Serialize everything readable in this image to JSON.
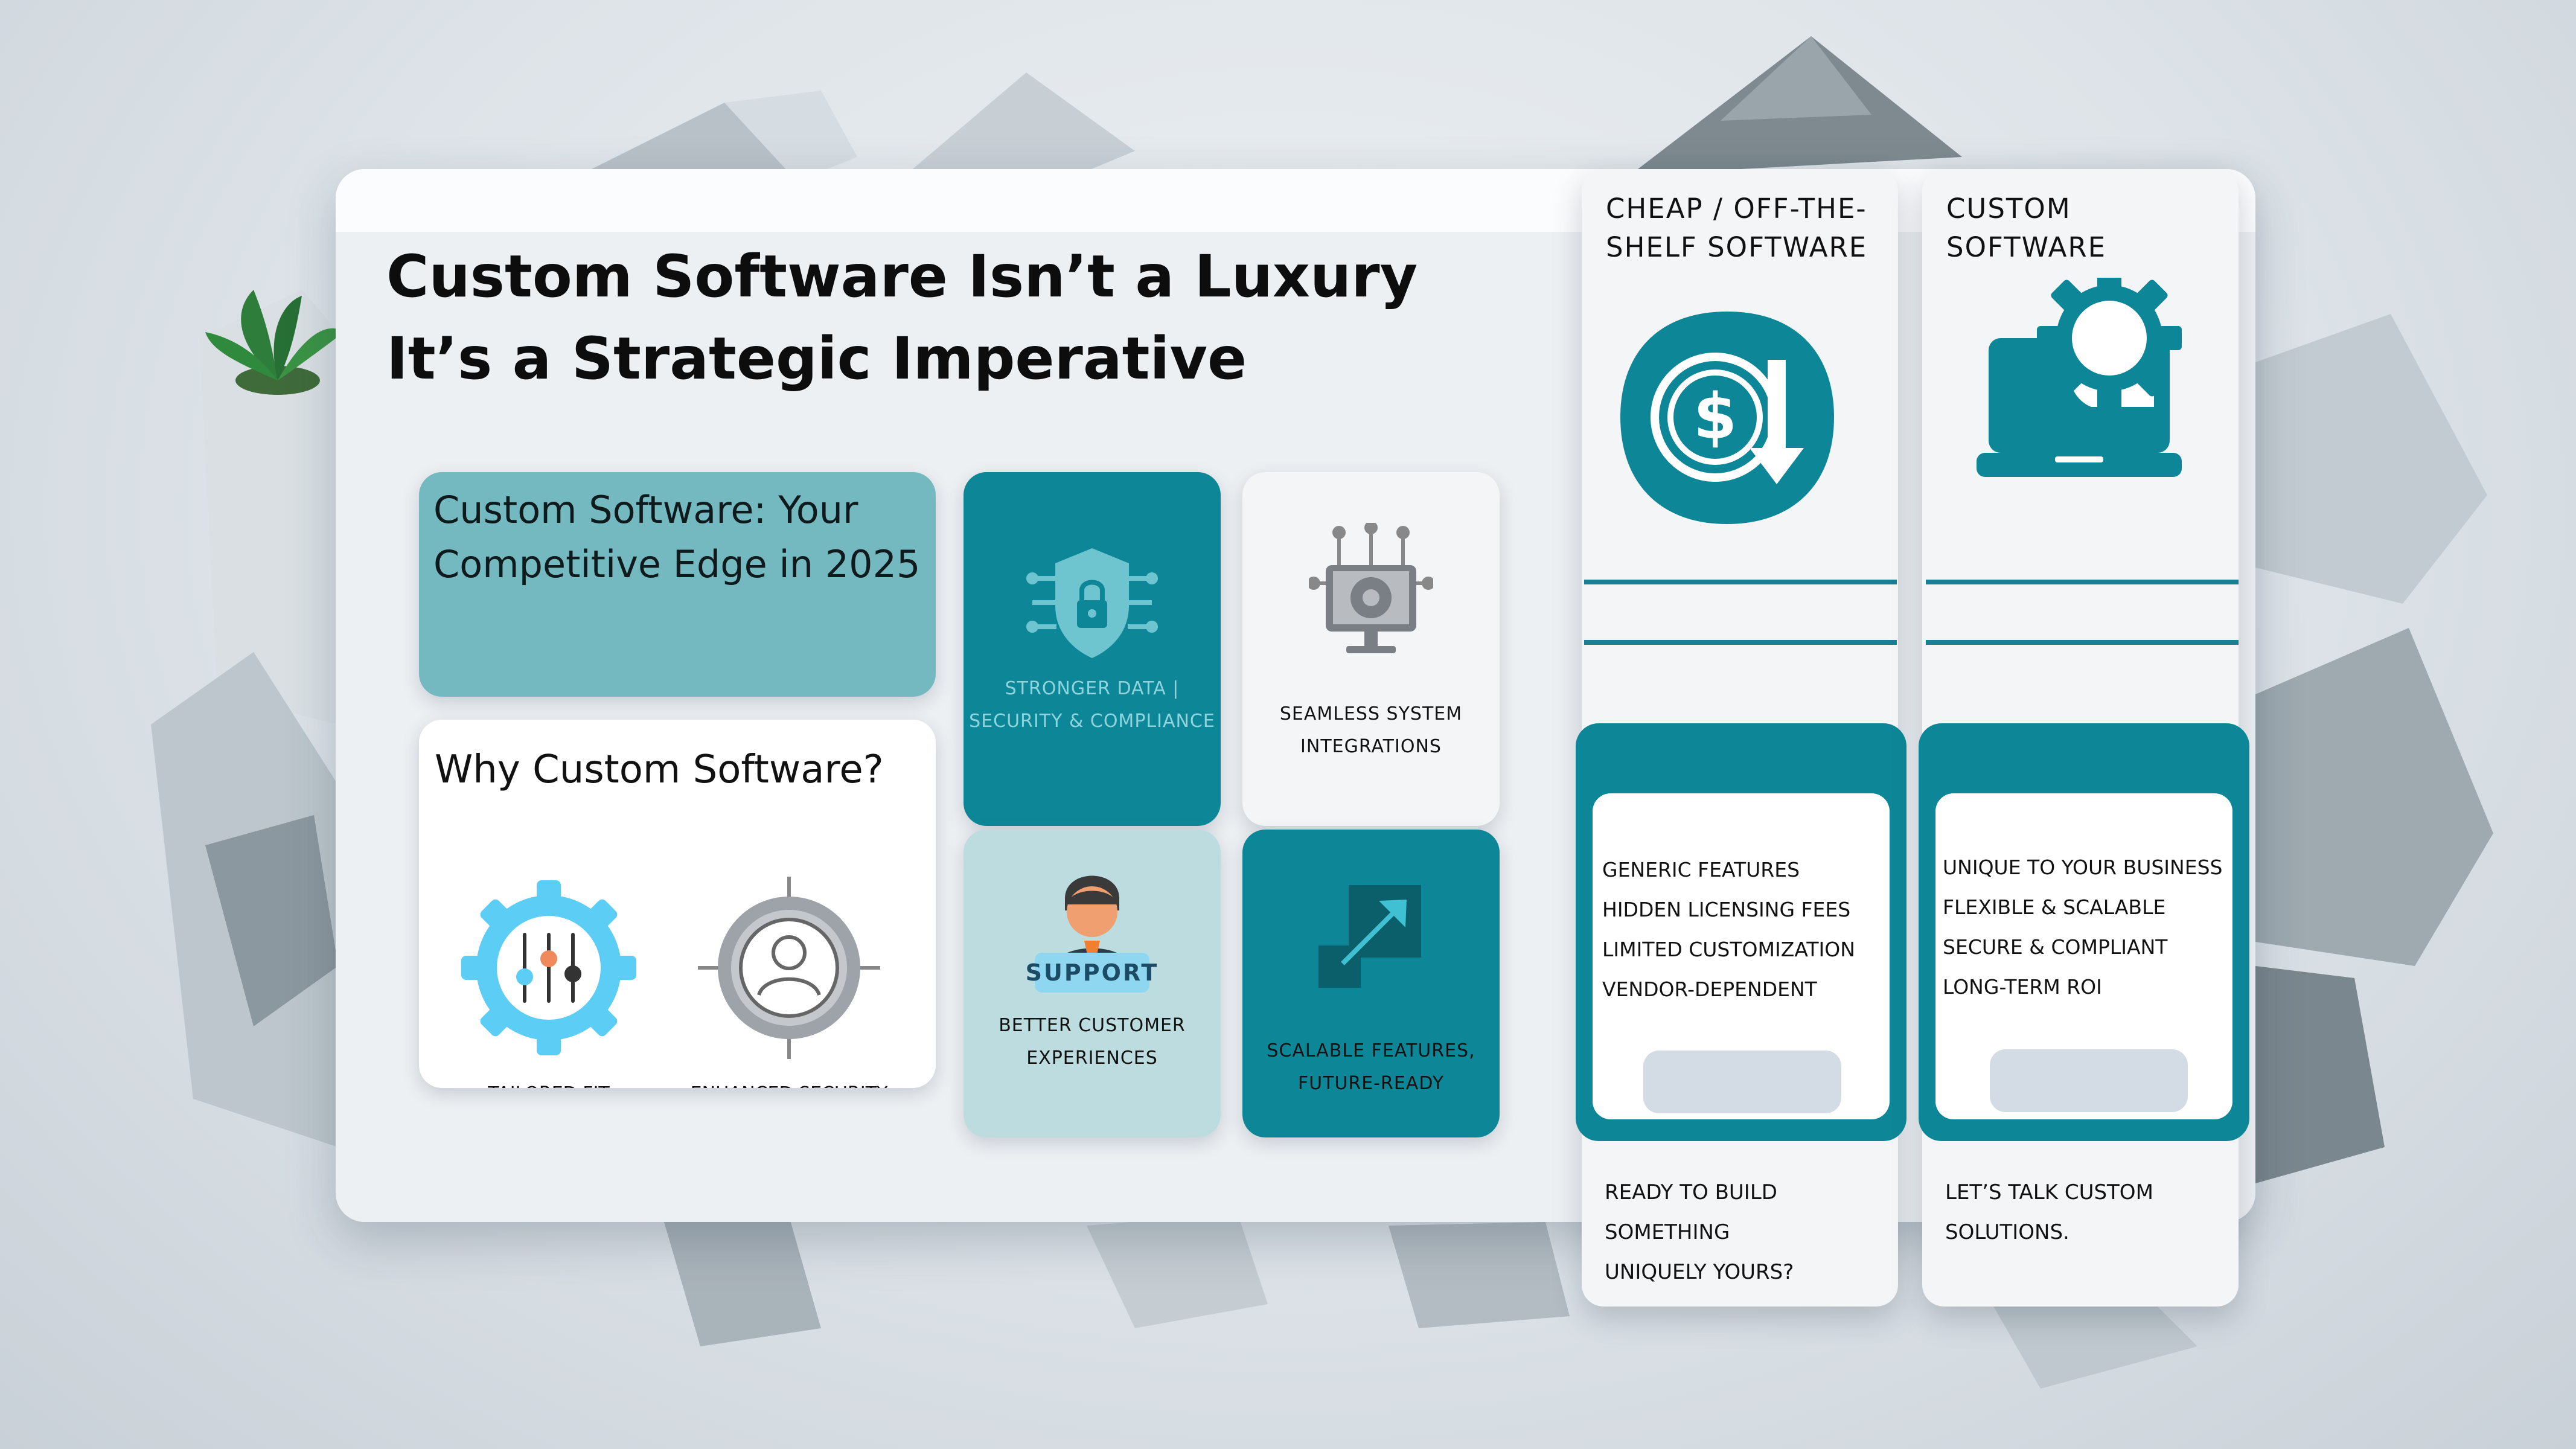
{
  "title": {
    "line1": "Custom Software Isn’t a Luxury",
    "line2": "It’s a Strategic Imperative"
  },
  "competitive_card": {
    "text_line1": "Custom Software: Your",
    "text_line2": "Competitive Edge in 2025"
  },
  "why_card": {
    "heading": "Why Custom Software?",
    "items": [
      {
        "label": "TAILORED FIT",
        "icon": "gear-sliders-icon"
      },
      {
        "label": "ENHANCED SECURITY",
        "icon": "gear-user-icon"
      }
    ]
  },
  "feature_cards": [
    {
      "line1": "STRONGER DATA |",
      "line2": "SECURITY & COMPLIANCE",
      "icon": "shield-lock-icon"
    },
    {
      "line1": "SEAMLESS SYSTEM",
      "line2": "INTEGRATIONS",
      "icon": "monitor-gear-icon"
    },
    {
      "line1": "BETTER CUSTOMER",
      "line2": "EXPERIENCES",
      "icon": "support-agent-icon",
      "badge": "SUPPORT"
    },
    {
      "line1": "SCALABLE FEATURES,",
      "line2": "FUTURE-READY",
      "icon": "expand-arrow-icon"
    }
  ],
  "columns": {
    "cheap": {
      "heading_line1": "CHEAP / OFF-THE-",
      "heading_line2": "SHELF SOFTWARE",
      "icon": "coin-down-arrow-icon",
      "items": [
        "GENERIC FEATURES",
        "HIDDEN LICENSING FEES",
        "LIMITED CUSTOMIZATION",
        "VENDOR-DEPENDENT"
      ],
      "bullet": "",
      "cta_line1": "READY TO BUILD SOMETHING",
      "cta_line2": "UNIQUELY YOURS?"
    },
    "custom": {
      "heading_line1": "CUSTOM SOFTWARE",
      "icon": "laptop-gear-icon",
      "items": [
        "UNIQUE TO YOUR BUSINESS",
        "FLEXIBLE & SCALABLE",
        "SECURE & COMPLIANT",
        "LONG-TERM ROI"
      ],
      "bullet": "",
      "cta_line1": "LET’S TALK CUSTOM",
      "cta_line2": "SOLUTIONS."
    }
  },
  "colors": {
    "teal": "#0d8797",
    "light_teal": "#75b9c0",
    "pale_teal": "#bcdcdf",
    "sky": "#5ccdf5"
  }
}
